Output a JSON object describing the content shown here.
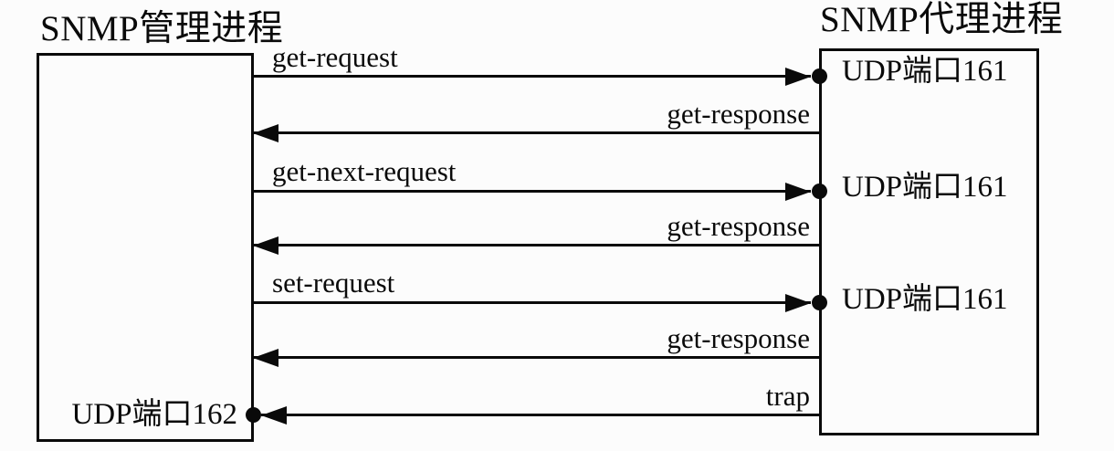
{
  "diagram": {
    "manager": {
      "title": "SNMP管理进程",
      "port_label": "UDP端口162"
    },
    "agent": {
      "title": "SNMP代理进程",
      "ports": [
        {
          "label": "UDP端口161"
        },
        {
          "label": "UDP端口161"
        },
        {
          "label": "UDP端口161"
        }
      ]
    },
    "messages": [
      {
        "label": "get-request",
        "direction": "right",
        "from": "manager",
        "to": "agent"
      },
      {
        "label": "get-response",
        "direction": "left",
        "from": "agent",
        "to": "manager"
      },
      {
        "label": "get-next-request",
        "direction": "right",
        "from": "manager",
        "to": "agent"
      },
      {
        "label": "get-response",
        "direction": "left",
        "from": "agent",
        "to": "manager"
      },
      {
        "label": "set-request",
        "direction": "right",
        "from": "manager",
        "to": "agent"
      },
      {
        "label": "get-response",
        "direction": "left",
        "from": "agent",
        "to": "manager"
      },
      {
        "label": "trap",
        "direction": "left",
        "from": "agent",
        "to": "manager"
      }
    ],
    "colors": {
      "line": "#0a0a0a",
      "text": "#0a0a0a",
      "background": "#fcfcfc"
    }
  }
}
